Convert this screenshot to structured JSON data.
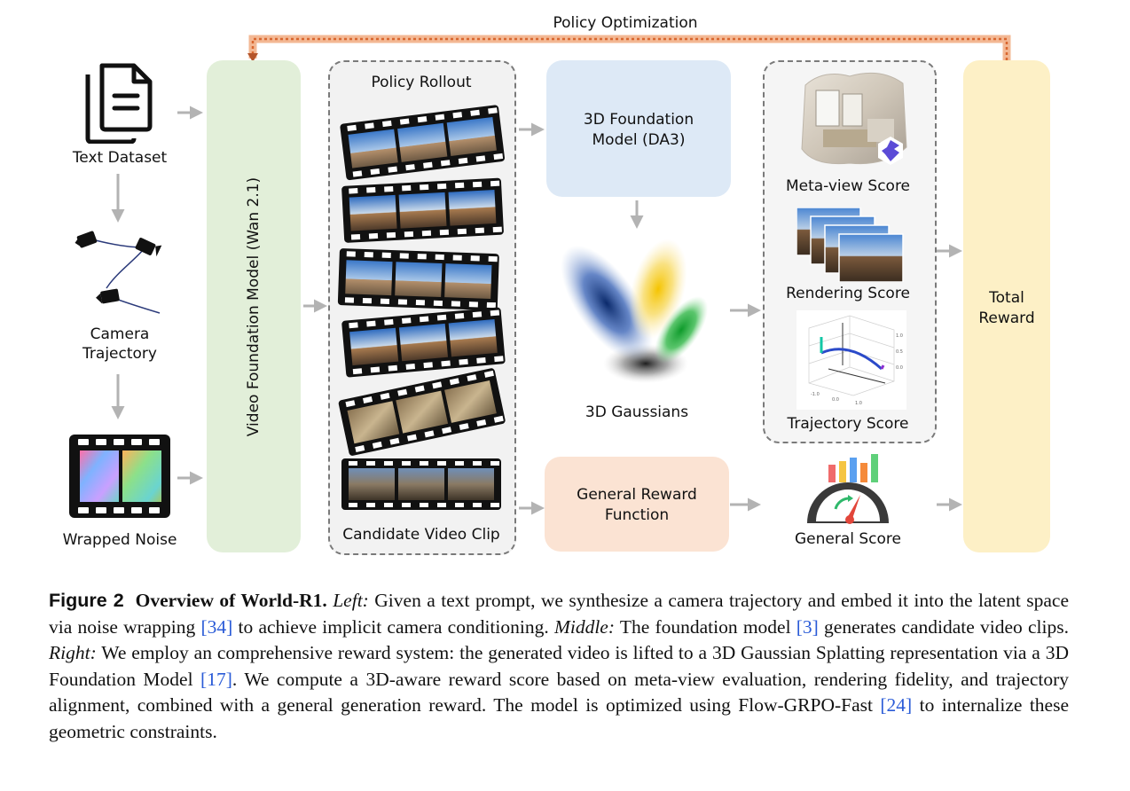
{
  "labels": {
    "policy_optimization": "Policy Optimization",
    "text_dataset": "Text Dataset",
    "camera_trajectory": "Camera\nTrajectory",
    "wrapped_noise": "Wrapped Noise",
    "video_foundation_model": "Video Foundation Model (Wan 2.1)",
    "policy_rollout": "Policy Rollout",
    "candidate_video_clip": "Candidate Video Clip",
    "foundation_3d": "3D Foundation\nModel (DA3)",
    "gaussians_3d": "3D Gaussians",
    "general_reward_function": "General Reward\nFunction",
    "meta_view_score": "Meta-view Score",
    "rendering_score": "Rendering Score",
    "trajectory_score": "Trajectory Score",
    "general_score": "General Score",
    "total_reward": "Total\nReward"
  },
  "caption": {
    "figure_label": "Figure 2",
    "title": "Overview of World-R1.",
    "left_label": "Left:",
    "text_1": " Given a text prompt, we synthesize a camera trajectory and embed it into the latent space via noise wrapping ",
    "cite_1": "[34]",
    "text_2": " to achieve implicit camera conditioning. ",
    "middle_label": "Middle:",
    "text_3": " The foundation model ",
    "cite_2": "[3]",
    "text_4": " generates candidate video clips. ",
    "right_label": "Right:",
    "text_5": " We employ an comprehensive reward system: the generated video is lifted to a 3D Gaussian Splatting representation via a 3D Foundation Model ",
    "cite_3": "[17]",
    "text_6": ". We compute a 3D-aware reward score based on meta-view evaluation, rendering fidelity, and trajectory alignment, combined with a general generation reward. The model is optimized using Flow-GRPO-Fast ",
    "cite_4": "[24]",
    "text_7": " to internalize these geometric constraints."
  },
  "colors": {
    "video_model_box": "#e2efd9",
    "foundation_3d_box": "#dde9f6",
    "general_reward_box": "#fbe3d3",
    "total_reward_box": "#fdf0c6",
    "policy_arrow": "#e58a5a",
    "arrow_gray": "#b3b3b3",
    "citation": "#2a5bd7"
  },
  "icons": [
    "document-icon",
    "camera-icon",
    "film-strip-icon",
    "gaussian-blob-icon",
    "gauge-icon",
    "bar-chart-icon",
    "trajectory-plot-icon",
    "room-render-icon"
  ]
}
